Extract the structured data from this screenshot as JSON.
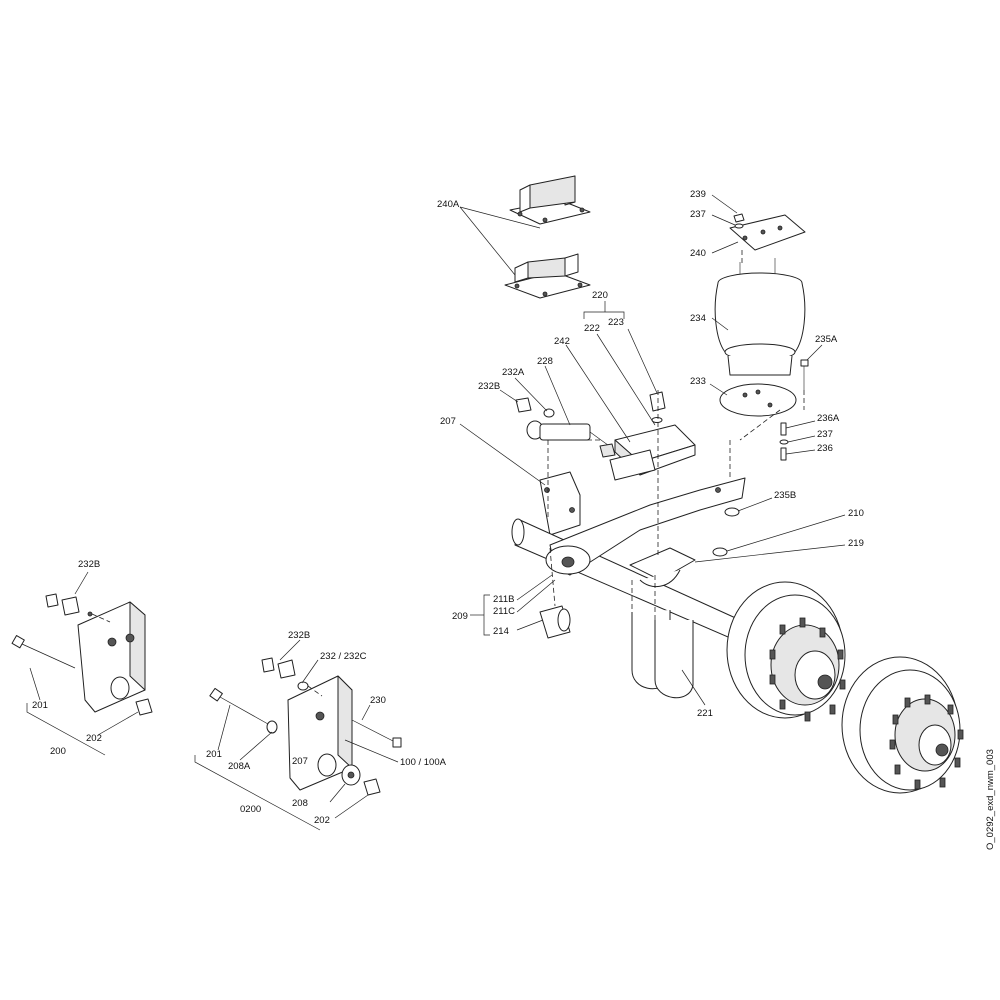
{
  "drawing_code": "O_0292_exd_nwm_003",
  "labels": {
    "p240A": "240A",
    "p239": "239",
    "p237a": "237",
    "p240": "240",
    "p220": "220",
    "p222": "222",
    "p223": "223",
    "p234": "234",
    "p235A": "235A",
    "p242": "242",
    "p228": "228",
    "p232A": "232A",
    "p232B_top": "232B",
    "p233": "233",
    "p236A": "236A",
    "p237b": "237",
    "p236": "236",
    "p207_top": "207",
    "p235B": "235B",
    "p210": "210",
    "p219": "219",
    "p211B": "211B",
    "p211C": "211C",
    "p209": "209",
    "p214": "214",
    "p221": "221",
    "p232B_left": "232B",
    "p201_left": "201",
    "p202_left": "202",
    "p200": "200",
    "p232B_mid": "232B",
    "p232_232C": "232 / 232C",
    "p230": "230",
    "p201_mid": "201",
    "p208A": "208A",
    "p207_mid": "207",
    "p100_100A": "100 / 100A",
    "p208": "208",
    "p0200": "0200",
    "p202_mid": "202"
  }
}
